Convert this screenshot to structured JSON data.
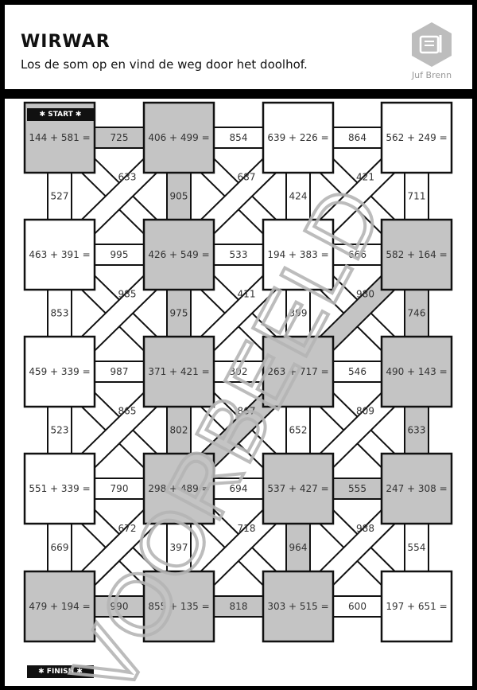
{
  "header": {
    "title": "WIRWAR",
    "instruction": "Los de som op en vind de weg door het doolhof.",
    "logo_text": "Juf Brenn"
  },
  "start_label": "✱ START ✱",
  "finish_label": "✱ FINISH ✱",
  "watermark": "VOORBEELD",
  "squares": [
    [
      "144 + 581 =",
      "406 + 499 =",
      "639 + 226 =",
      "562 + 249 ="
    ],
    [
      "463 + 391 =",
      "426 + 549 =",
      "194 + 383 =",
      "582 + 164 ="
    ],
    [
      "459 + 339 =",
      "371 + 421 =",
      "263 + 717 =",
      "490 + 143 ="
    ],
    [
      "551 + 339 =",
      "298 + 489 =",
      "537 + 427 =",
      "247 + 308 ="
    ],
    [
      "479 + 194 =",
      "855 + 135 =",
      "303 + 515 =",
      "197 + 651 ="
    ]
  ],
  "shaded": [
    [
      true,
      true,
      false,
      false
    ],
    [
      false,
      true,
      false,
      true
    ],
    [
      false,
      true,
      true,
      true
    ],
    [
      false,
      true,
      true,
      true
    ],
    [
      true,
      true,
      true,
      false
    ]
  ],
  "h_labels": [
    [
      "725",
      "854",
      "864"
    ],
    [
      "995",
      "533",
      "666"
    ],
    [
      "987",
      "302",
      "546"
    ],
    [
      "790",
      "694",
      "555"
    ],
    [
      "990",
      "818",
      "600"
    ]
  ],
  "h_shaded": [
    [
      true,
      false,
      false
    ],
    [
      false,
      false,
      false
    ],
    [
      false,
      false,
      false
    ],
    [
      false,
      false,
      true
    ],
    [
      true,
      true,
      false
    ]
  ],
  "v_labels": [
    [
      "527",
      "905",
      "424",
      "711"
    ],
    [
      "853",
      "975",
      "399",
      "746"
    ],
    [
      "523",
      "802",
      "652",
      "633"
    ],
    [
      "669",
      "397",
      "964",
      "554"
    ]
  ],
  "v_shaded": [
    [
      false,
      true,
      false,
      false
    ],
    [
      false,
      true,
      false,
      true
    ],
    [
      false,
      true,
      false,
      true
    ],
    [
      false,
      false,
      true,
      false
    ]
  ],
  "diag_labels": [
    [
      "633",
      "687",
      "421"
    ],
    [
      "985",
      "411",
      "980"
    ],
    [
      "865",
      "867",
      "809"
    ],
    [
      "672",
      "718",
      "988"
    ]
  ],
  "diag_shaded": [
    [
      false,
      false,
      false
    ],
    [
      false,
      false,
      true
    ],
    [
      false,
      true,
      false
    ],
    [
      false,
      false,
      false
    ]
  ]
}
